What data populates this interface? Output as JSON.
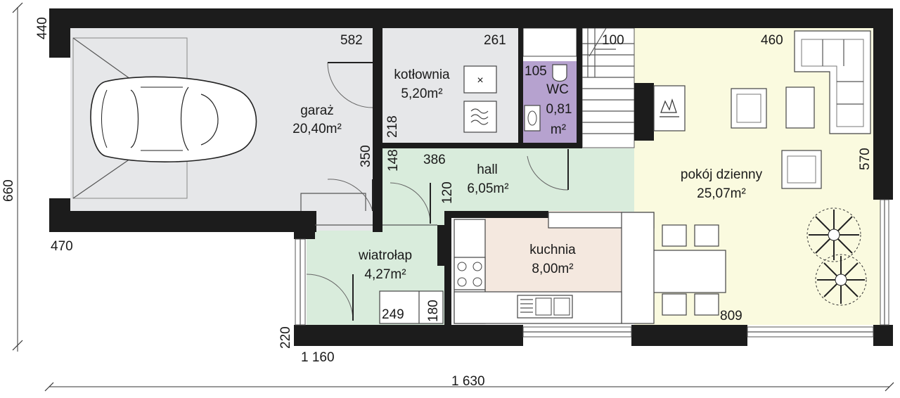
{
  "colors": {
    "wall": "#1c1c1c",
    "garage": "#e6e7e9",
    "boiler": "#e6e7e9",
    "wc": "#b6a2cf",
    "hall": "#d9ecdc",
    "vestibule": "#d9ecdc",
    "kitchen": "#f4e8df",
    "living": "#fafadf",
    "dimension_line": "#333333"
  },
  "rooms": {
    "garage": {
      "name": "garaż",
      "area": "20,40m²"
    },
    "boiler": {
      "name": "kotłownia",
      "area": "5,20m²"
    },
    "wc": {
      "name": "WC",
      "area_a": "0,81",
      "area_b": "m²"
    },
    "hall": {
      "name": "hall",
      "area": "6,05m²"
    },
    "vestibule": {
      "name": "wiatrołap",
      "area": "4,27m²"
    },
    "kitchen": {
      "name": "kuchnia",
      "area": "8,00m²"
    },
    "living": {
      "name": "pokój dzienny",
      "area": "25,07m²"
    }
  },
  "dimensions": {
    "d440": "440",
    "d660": "660",
    "d470": "470",
    "d1160": "1 160",
    "d1630": "1 630",
    "d220": "220",
    "d582": "582",
    "d261": "261",
    "d100": "100",
    "d460": "460",
    "d105": "105",
    "d218": "218",
    "d350": "350",
    "d148": "148",
    "d386": "386",
    "d120": "120",
    "d570": "570",
    "d249": "249",
    "d180": "180",
    "d809": "809"
  },
  "icons": {
    "car": "car-icon",
    "boiler_a": "boiler-icon",
    "boiler_b": "heater-icon",
    "sink": "sink-icon",
    "stove": "stove-icon",
    "fireplace": "fireplace-icon",
    "plants": "plant-icon"
  }
}
